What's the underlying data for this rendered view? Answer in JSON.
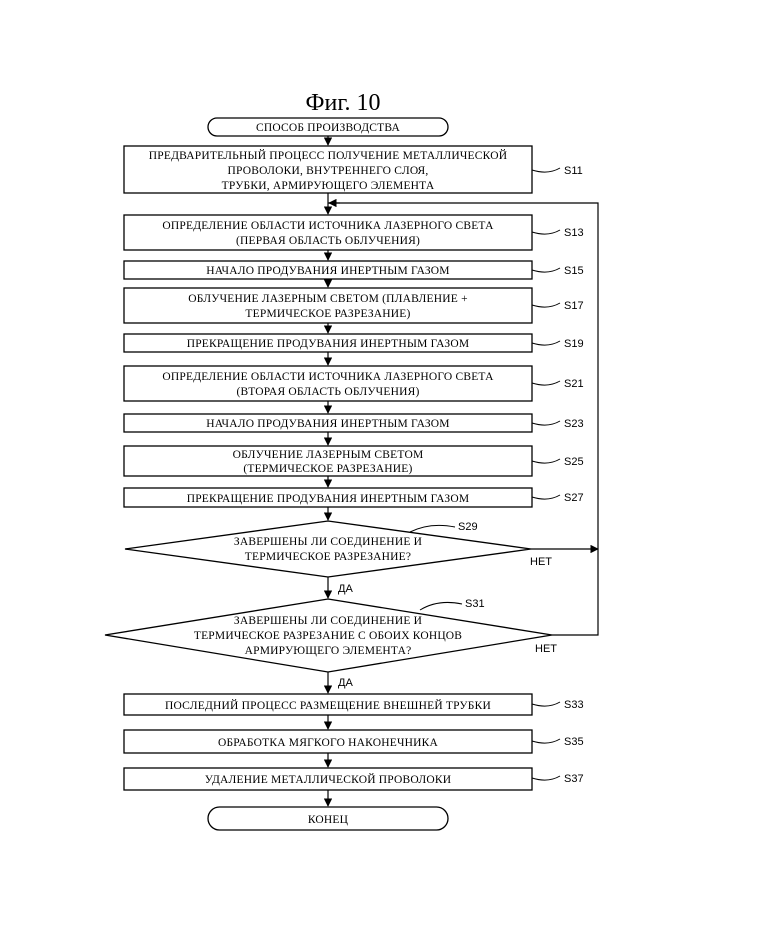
{
  "figure": {
    "title": "Фиг. 10",
    "start": "СПОСОБ ПРОИЗВОДСТВА",
    "end": "КОНЕЦ",
    "steps": [
      {
        "id": "S11",
        "lines": [
          "ПРЕДВАРИТЕЛЬНЫЙ ПРОЦЕСС ПОЛУЧЕНИЕ МЕТАЛЛИЧЕСКОЙ",
          "ПРОВОЛОКИ, ВНУТРЕННЕГО СЛОЯ,",
          "ТРУБКИ, АРМИРУЮЩЕГО ЭЛЕМЕНТА"
        ]
      },
      {
        "id": "S13",
        "lines": [
          "ОПРЕДЕЛЕНИЕ ОБЛАСТИ ИСТОЧНИКА ЛАЗЕРНОГО СВЕТА",
          "(ПЕРВАЯ ОБЛАСТЬ ОБЛУЧЕНИЯ)"
        ]
      },
      {
        "id": "S15",
        "lines": [
          "НАЧАЛО ПРОДУВАНИЯ ИНЕРТНЫМ ГАЗОМ"
        ]
      },
      {
        "id": "S17",
        "lines": [
          "ОБЛУЧЕНИЕ ЛАЗЕРНЫМ СВЕТОМ (ПЛАВЛЕНИЕ +",
          "ТЕРМИЧЕСКОЕ РАЗРЕЗАНИЕ)"
        ]
      },
      {
        "id": "S19",
        "lines": [
          "ПРЕКРАЩЕНИЕ ПРОДУВАНИЯ ИНЕРТНЫМ ГАЗОМ"
        ]
      },
      {
        "id": "S21",
        "lines": [
          "ОПРЕДЕЛЕНИЕ ОБЛАСТИ ИСТОЧНИКА ЛАЗЕРНОГО СВЕТА",
          "(ВТОРАЯ ОБЛАСТЬ ОБЛУЧЕНИЯ)"
        ]
      },
      {
        "id": "S23",
        "lines": [
          "НАЧАЛО ПРОДУВАНИЯ ИНЕРТНЫМ ГАЗОМ"
        ]
      },
      {
        "id": "S25",
        "lines": [
          "ОБЛУЧЕНИЕ ЛАЗЕРНЫМ СВЕТОМ",
          "(ТЕРМИЧЕСКОЕ РАЗРЕЗАНИЕ)"
        ]
      },
      {
        "id": "S27",
        "lines": [
          "ПРЕКРАЩЕНИЕ ПРОДУВАНИЯ ИНЕРТНЫМ ГАЗОМ"
        ]
      },
      {
        "id": "S33",
        "lines": [
          "ПОСЛЕДНИЙ ПРОЦЕСС РАЗМЕЩЕНИЕ ВНЕШНЕЙ ТРУБКИ"
        ]
      },
      {
        "id": "S35",
        "lines": [
          "ОБРАБОТКА МЯГКОГО НАКОНЕЧНИКА"
        ]
      },
      {
        "id": "S37",
        "lines": [
          "УДАЛЕНИЕ МЕТАЛЛИЧЕСКОЙ ПРОВОЛОКИ"
        ]
      }
    ],
    "decisions": [
      {
        "id": "S29",
        "lines": [
          "ЗАВЕРШЕНЫ ЛИ СОЕДИНЕНИЕ И",
          "ТЕРМИЧЕСКОЕ РАЗРЕЗАНИЕ?"
        ],
        "yes": "ДА",
        "no": "НЕТ"
      },
      {
        "id": "S31",
        "lines": [
          "ЗАВЕРШЕНЫ ЛИ СОЕДИНЕНИЕ И",
          "ТЕРМИЧЕСКОЕ РАЗРЕЗАНИЕ С ОБОИХ КОНЦОВ",
          "АРМИРУЮЩЕГО ЭЛЕМЕНТА?"
        ],
        "yes": "ДА",
        "no": "НЕТ"
      }
    ]
  }
}
